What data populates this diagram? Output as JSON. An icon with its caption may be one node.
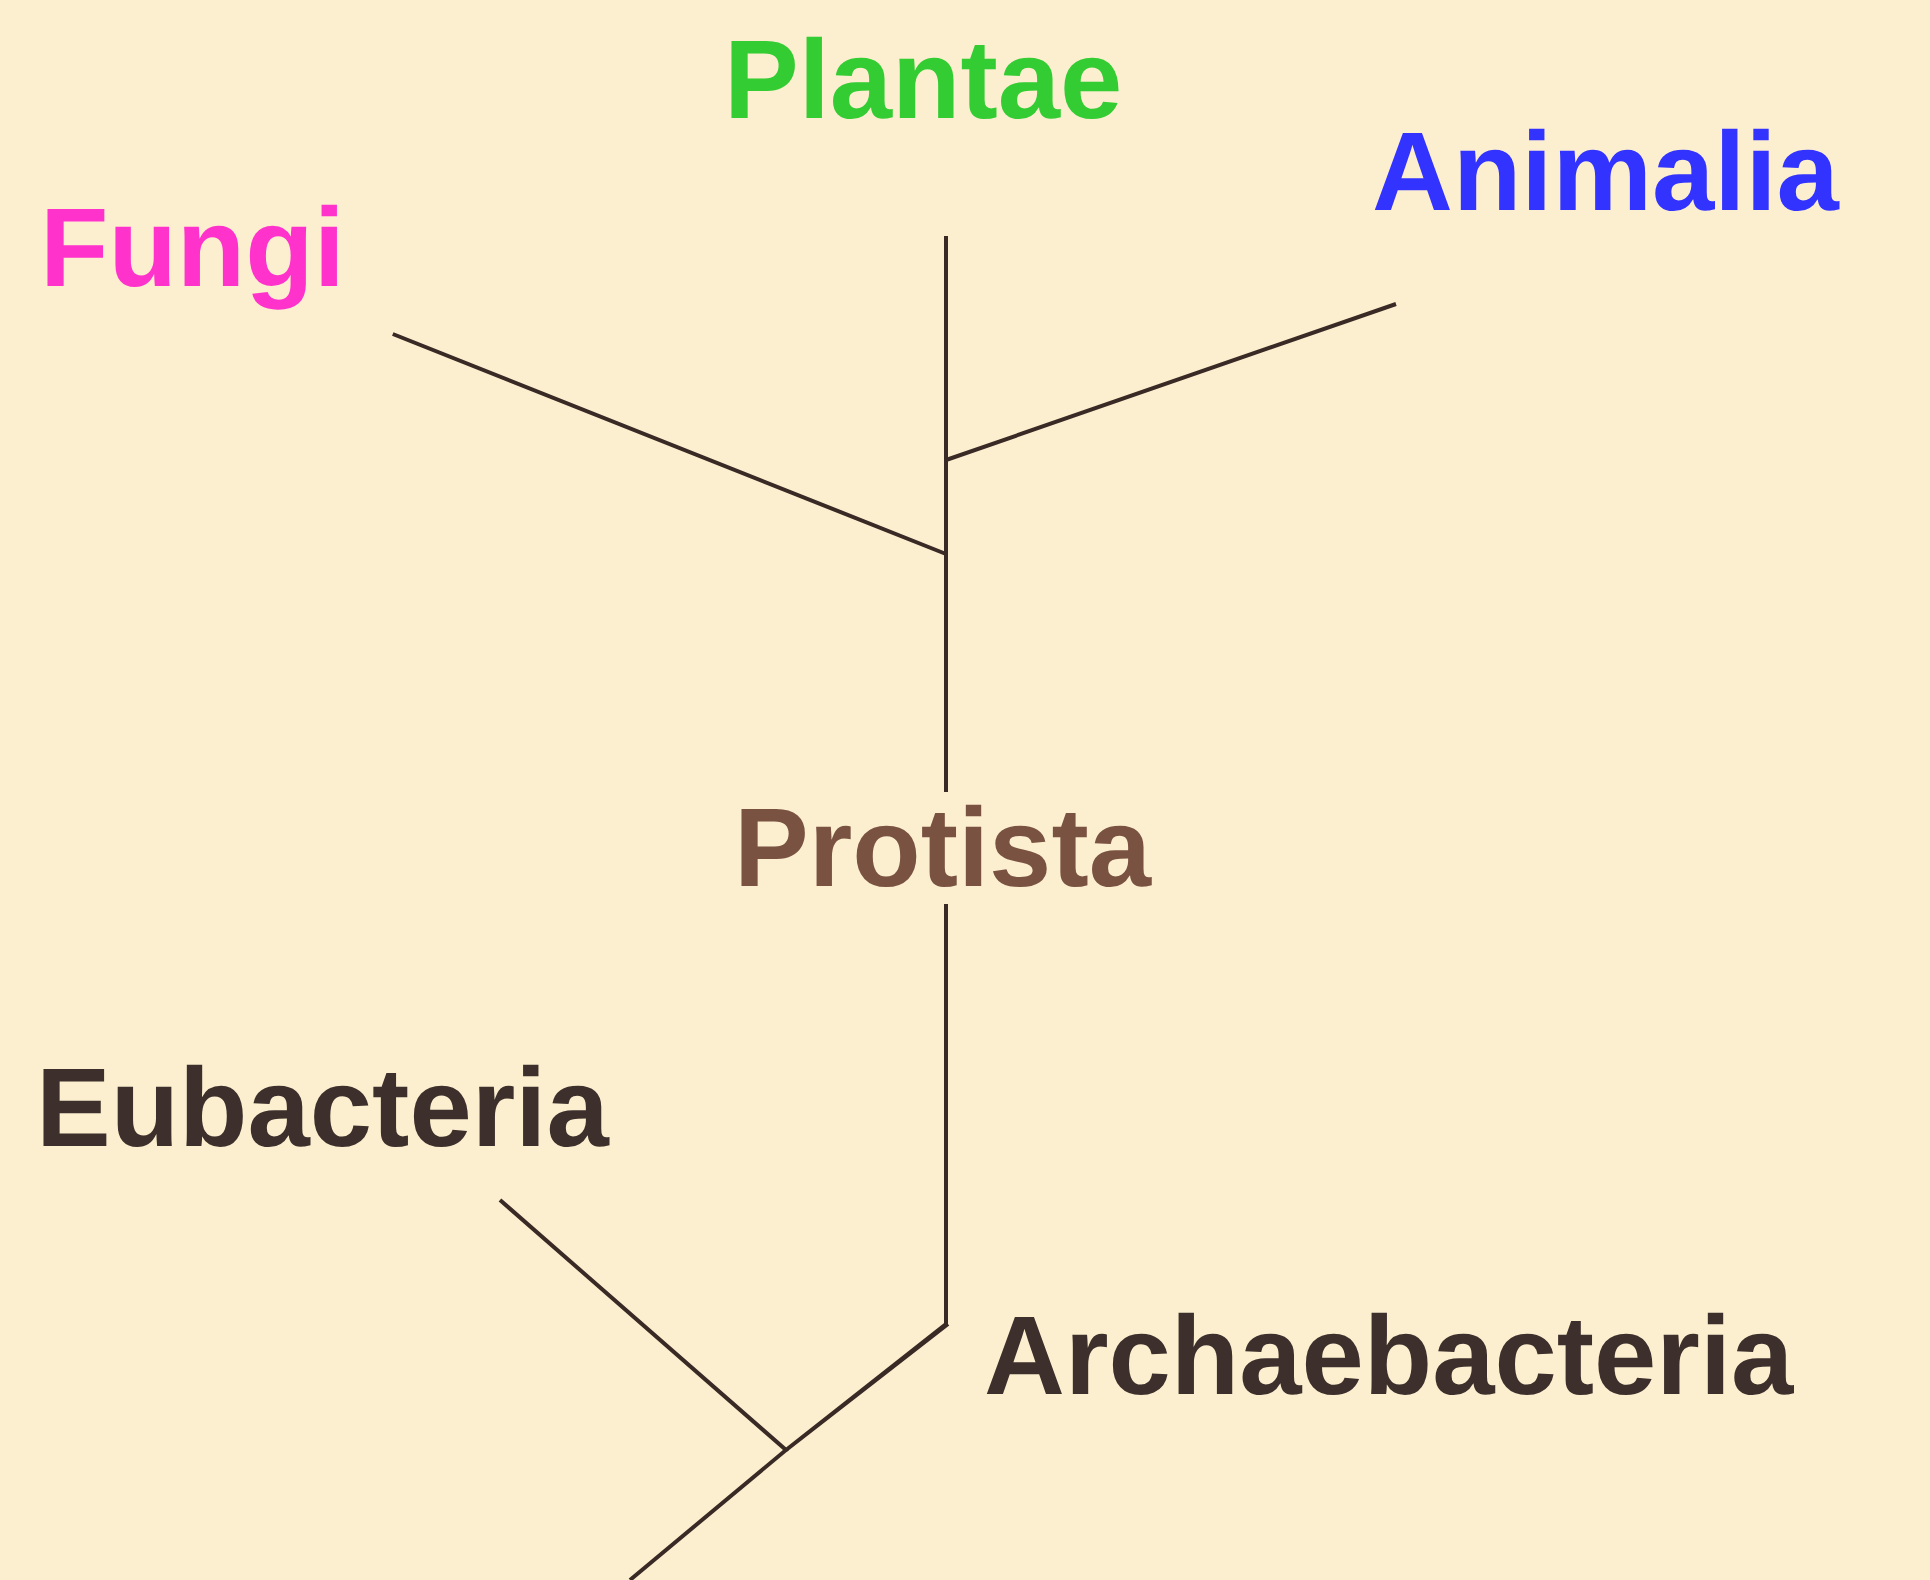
{
  "diagram": {
    "nodes": [
      {
        "text": [
          "Fungi"
        ]
      },
      {
        "text": [
          "Plantae"
        ]
      },
      {
        "text": [
          "Animalia"
        ]
      },
      {
        "text": [
          "Protista"
        ]
      },
      {
        "text": [
          "Eubacteria"
        ]
      },
      {
        "text": [
          "Archaebacteria"
        ]
      }
    ],
    "edges": [
      {
        "from": null,
        "to": 4,
        "arrow": "none"
      },
      {
        "from": 5,
        "to": 3,
        "arrow": "none"
      },
      {
        "from": 3,
        "to": 0,
        "arrow": "none"
      },
      {
        "from": 3,
        "to": 1,
        "arrow": "none"
      },
      {
        "from": 3,
        "to": 2,
        "arrow": "none"
      }
    ]
  }
}
